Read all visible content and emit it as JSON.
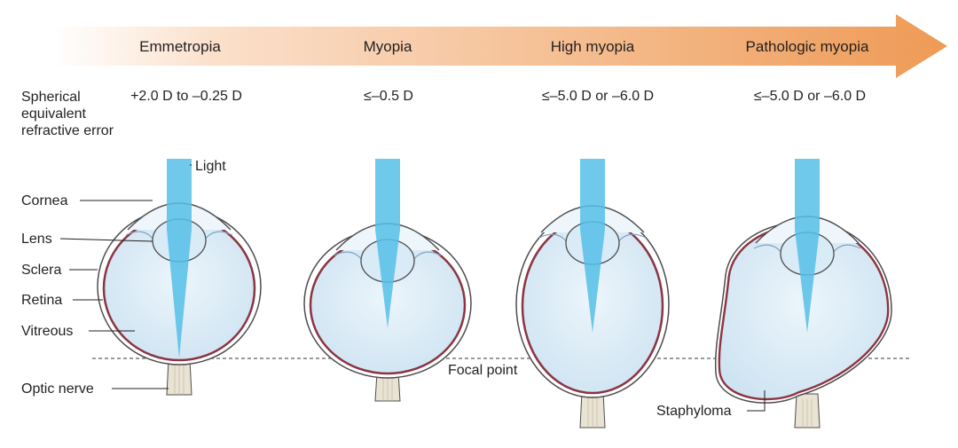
{
  "stages": [
    {
      "title": "Emmetropia",
      "refraction": "+2.0 D to –0.25 D"
    },
    {
      "title": "Myopia",
      "refraction": "≤–0.5 D"
    },
    {
      "title": "High myopia",
      "refraction": "≤–5.0 D or –6.0 D"
    },
    {
      "title": "Pathologic myopia",
      "refraction": "≤–5.0 D or –6.0 D"
    }
  ],
  "row_label": [
    "Spherical",
    "equivalent",
    "refractive error"
  ],
  "anatomy_labels": {
    "light": "Light",
    "cornea": "Cornea",
    "lens": "Lens",
    "sclera": "Sclera",
    "retina": "Retina",
    "vitreous": "Vitreous",
    "optic_nerve": "Optic nerve",
    "focal_point": "Focal point",
    "staphyloma": "Staphyloma"
  },
  "colors": {
    "arrow": "#ee9a55",
    "vitreous": "#d6e9f5",
    "light_beam": "#55bfe8",
    "sclera_outline": "#4d4d4f",
    "retina": "#8c3442",
    "optic_nerve": "#e9e3d4"
  }
}
